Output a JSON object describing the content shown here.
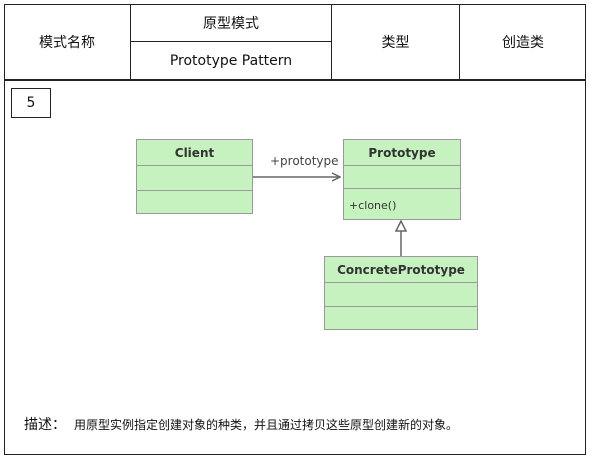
{
  "header": {
    "pattern_name_label": "模式名称",
    "pattern_name_cn": "原型模式",
    "pattern_name_en": "Prototype Pattern",
    "type_label": "类型",
    "type_value": "创造类"
  },
  "diagram_number": "5",
  "diagram": {
    "classes": [
      {
        "id": "client",
        "name": "Client",
        "methods": []
      },
      {
        "id": "prototype",
        "name": "Prototype",
        "methods": [
          "+clone()"
        ]
      },
      {
        "id": "concrete",
        "name": "ConcretePrototype",
        "methods": []
      }
    ],
    "association_label": "+prototype"
  },
  "description": {
    "label": "描述：",
    "text": "用原型实例指定创建对象的种类，并且通过拷贝这些原型创建新的对象。"
  },
  "colors": {
    "class_fill": "#c6f2c0",
    "class_border": "#9a9a9a",
    "line": "#666666"
  }
}
